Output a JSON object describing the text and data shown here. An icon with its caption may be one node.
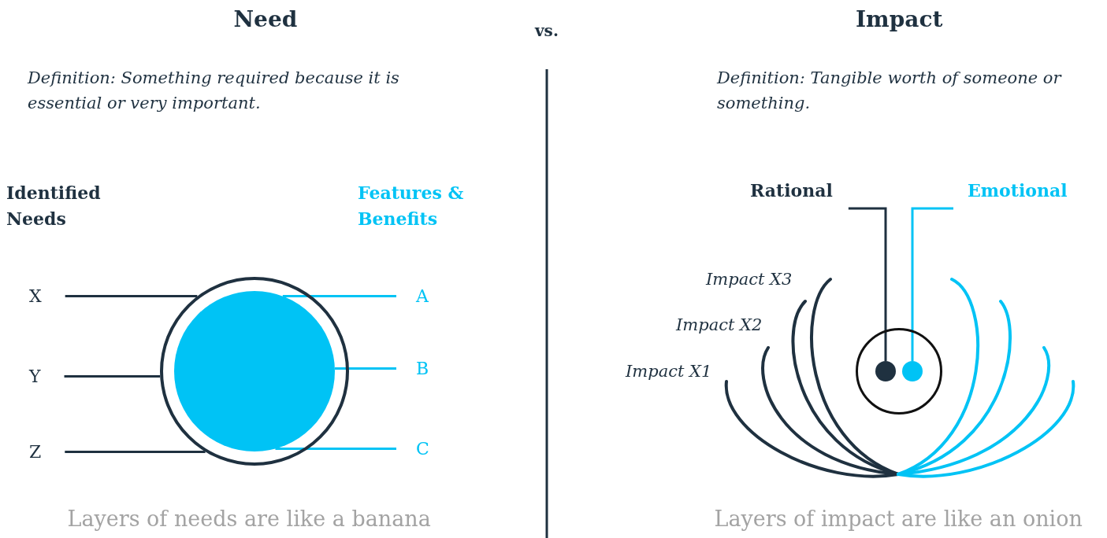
{
  "diagram": {
    "nodes": [
      {
        "text": [],
        "shape": "circle"
      },
      {
        "text": [],
        "shape": "circle",
        "in": 0
      },
      {
        "text": [
          "X"
        ]
      },
      {
        "text": [
          "Y"
        ]
      },
      {
        "text": [
          "Z"
        ]
      },
      {
        "text": [
          "A"
        ]
      },
      {
        "text": [
          "B"
        ]
      },
      {
        "text": [
          "C"
        ]
      },
      {
        "text": [
          "Rational"
        ]
      },
      {
        "text": [
          "Emotional"
        ]
      },
      {
        "text": [],
        "shape": "circle"
      },
      {
        "text": [],
        "shape": "circle",
        "in": 10
      },
      {
        "text": [],
        "shape": "circle",
        "in": 10
      }
    ],
    "edges": [
      {
        "from": 2,
        "to": 0,
        "arrow": "none"
      },
      {
        "from": 3,
        "to": 0,
        "arrow": "none"
      },
      {
        "from": 4,
        "to": 0,
        "arrow": "none"
      },
      {
        "from": 5,
        "to": 1,
        "arrow": "none",
        "color": "#00c3f5"
      },
      {
        "from": 6,
        "to": 1,
        "arrow": "none",
        "color": "#00c3f5"
      },
      {
        "from": 7,
        "to": 1,
        "arrow": "none",
        "color": "#00c3f5"
      },
      {
        "from": 8,
        "to": 11,
        "arrow": "none"
      },
      {
        "from": 9,
        "to": 12,
        "arrow": "none",
        "color": "#00c3f5"
      }
    ],
    "labels": [
      "Need",
      "vs.",
      "Impact",
      "Definition: Something required because it is essential or very important.",
      "Definition: Tangible worth of someone or something.",
      "Identified Needs",
      "Features & Benefits",
      "Impact X3",
      "Impact X2",
      "Impact X1",
      "Layers of needs are like a banana",
      "Layers of impact are like an onion"
    ]
  }
}
